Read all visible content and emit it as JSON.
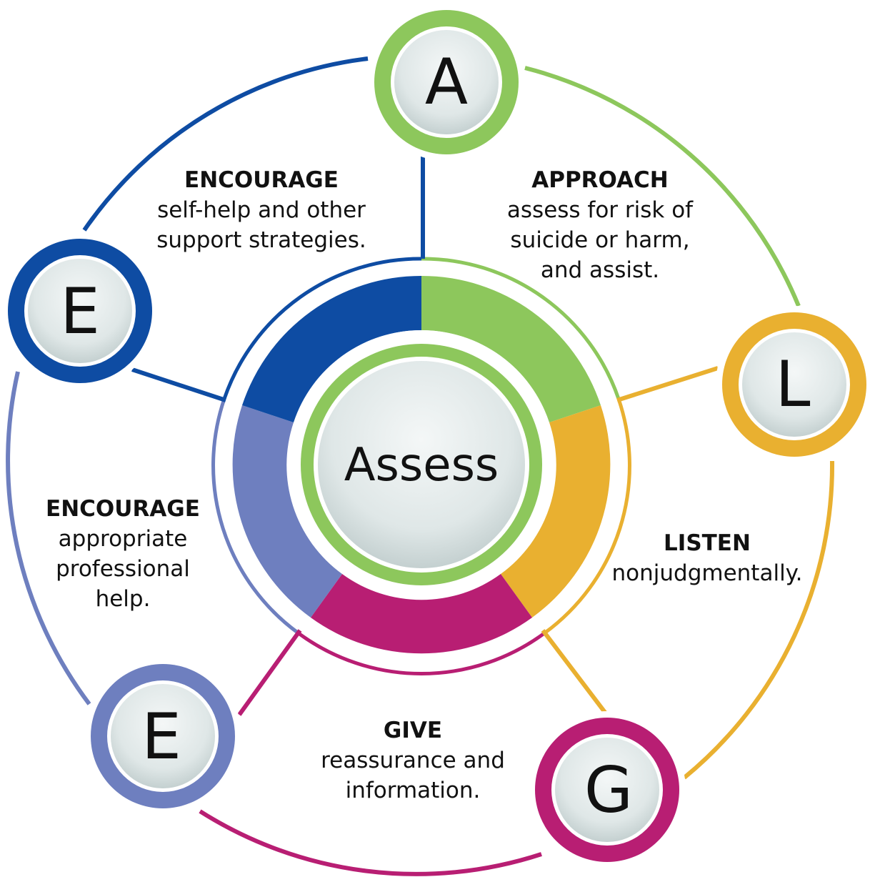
{
  "center": {
    "label": "Assess"
  },
  "colors": {
    "approach": "#8dc75c",
    "listen": "#e9b030",
    "give": "#b81e73",
    "encourage_professional": "#6e7fbf",
    "encourage_self_help": "#0e4ca3"
  },
  "nodes": {
    "approach": {
      "letter": "A"
    },
    "listen": {
      "letter": "L"
    },
    "give": {
      "letter": "G"
    },
    "encourage_professional": {
      "letter": "E"
    },
    "encourage_self_help": {
      "letter": "E"
    }
  },
  "labels": {
    "approach": {
      "heading": "APPROACH",
      "lines": [
        "assess for risk of",
        "suicide or harm,",
        "and assist."
      ]
    },
    "listen": {
      "heading": "LISTEN",
      "lines": [
        "nonjudgmentally."
      ]
    },
    "give": {
      "heading": "GIVE",
      "lines": [
        "reassurance and",
        "information."
      ]
    },
    "encourage_professional": {
      "heading": "ENCOURAGE",
      "lines": [
        "appropriate",
        "professional",
        "help."
      ]
    },
    "encourage_self_help": {
      "heading": "ENCOURAGE",
      "lines": [
        "self-help and other",
        "support strategies."
      ]
    }
  }
}
